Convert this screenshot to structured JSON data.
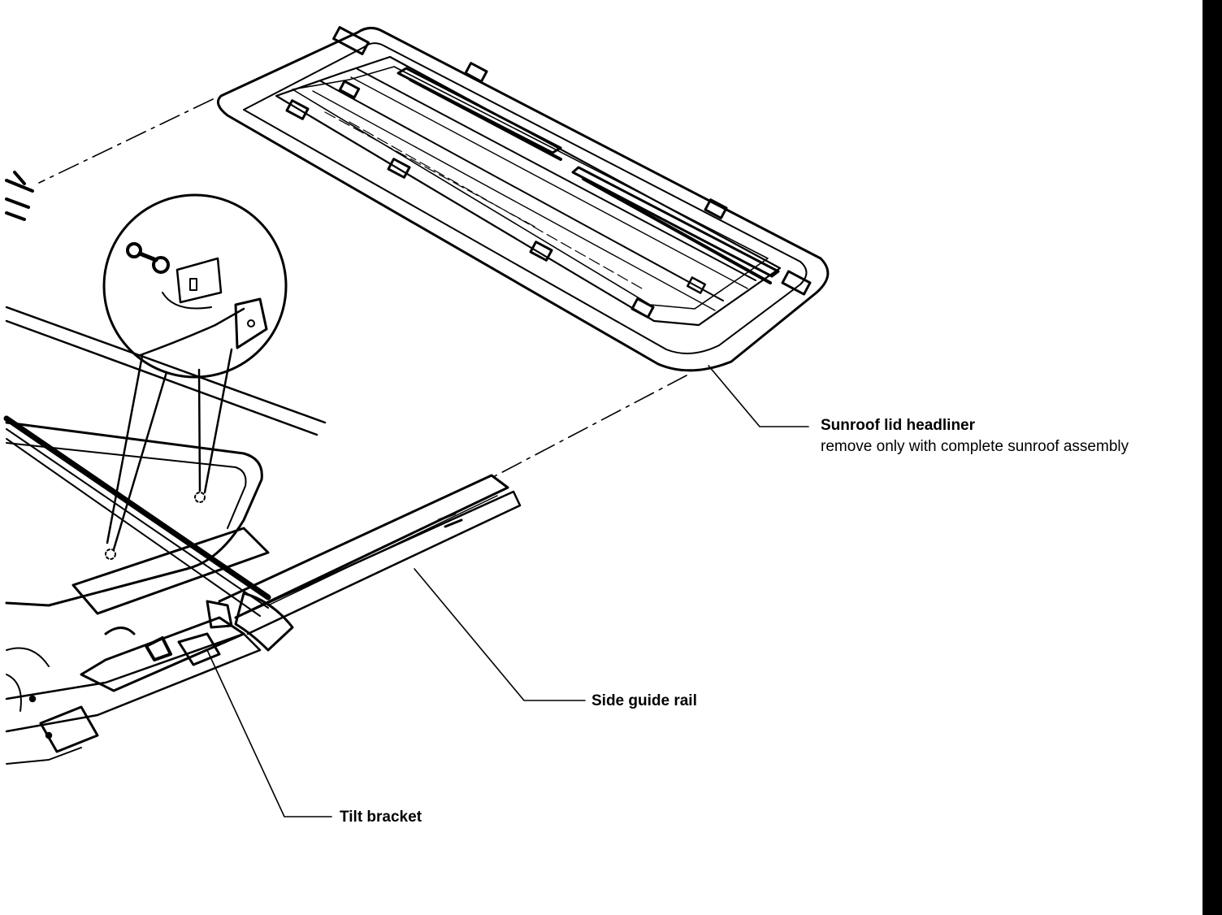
{
  "labels": {
    "sunroof_lid_headliner": {
      "title": "Sunroof lid headliner",
      "note": "remove only with complete sunroof assembly"
    },
    "side_guide_rail": {
      "title": "Side guide rail"
    },
    "tilt_bracket": {
      "title": "Tilt bracket"
    }
  },
  "colors": {
    "ink": "#000000",
    "paper": "#ffffff"
  }
}
